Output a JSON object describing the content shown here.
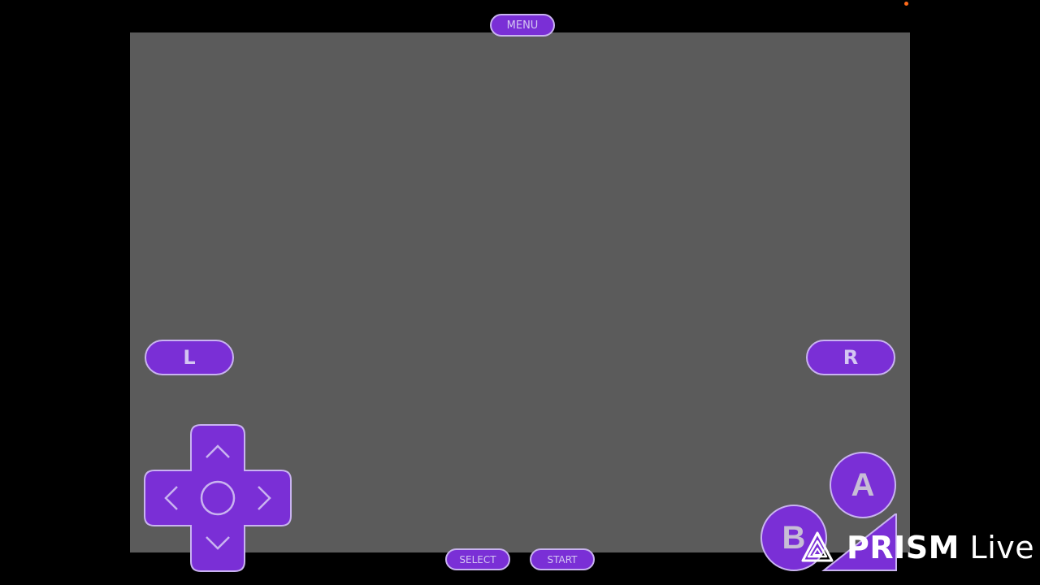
{
  "controls": {
    "menu": "MENU",
    "l": "L",
    "r": "R",
    "select": "SELECT",
    "start": "START",
    "a": "A",
    "b": "B"
  },
  "dpad": {
    "up": "up-arrow-icon",
    "down": "down-arrow-icon",
    "left": "left-arrow-icon",
    "right": "right-arrow-icon",
    "center": "circle-icon"
  },
  "watermark": {
    "bold_text": "PRISM",
    "light_text": " Live"
  },
  "colors": {
    "screen": "#5b5b5b",
    "button_fill": "#7a2fd6",
    "button_border": "#c9b3f0",
    "button_text": "#d4c6f2",
    "background": "#000000",
    "status_dot": "#ff6a1a"
  }
}
